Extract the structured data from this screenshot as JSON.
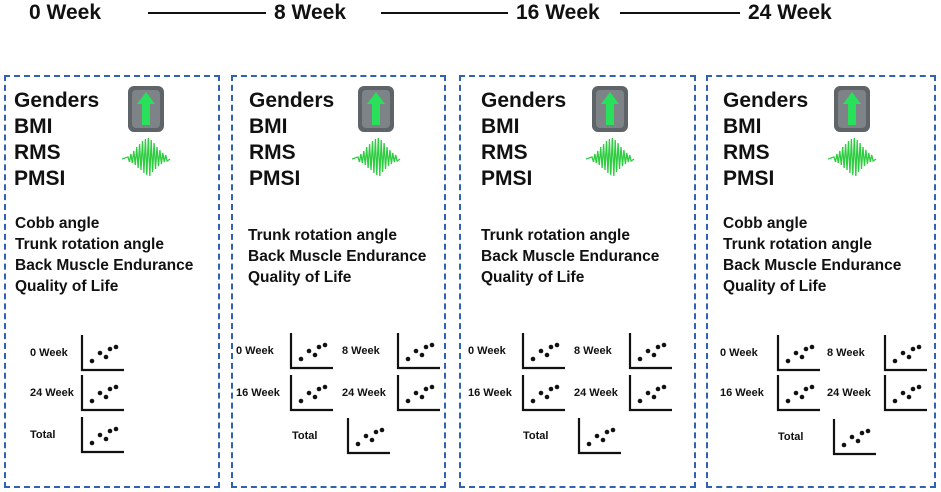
{
  "timeline": {
    "labels": [
      "0 Week",
      "8 Week",
      "16 Week",
      "24 Week"
    ]
  },
  "panels": [
    {
      "metrics": [
        "Genders",
        "BMI",
        "RMS",
        "PMSI"
      ],
      "outcomes": [
        "Cobb angle",
        "Trunk rotation angle",
        "Back Muscle Endurance",
        "Quality of Life"
      ],
      "scatter_labels": [
        "0 Week",
        "24 Week",
        "Total"
      ]
    },
    {
      "metrics": [
        "Genders",
        "BMI",
        "RMS",
        "PMSI"
      ],
      "outcomes": [
        "Trunk rotation angle",
        "Back Muscle Endurance",
        "Quality of Life"
      ],
      "scatter_labels": [
        "0 Week",
        "8 Week",
        "16 Week",
        "24 Week",
        "Total"
      ]
    },
    {
      "metrics": [
        "Genders",
        "BMI",
        "RMS",
        "PMSI"
      ],
      "outcomes": [
        "Trunk rotation angle",
        "Back Muscle Endurance",
        "Quality of Life"
      ],
      "scatter_labels": [
        "0 Week",
        "8 Week",
        "16 Week",
        "24 Week",
        "Total"
      ]
    },
    {
      "metrics": [
        "Genders",
        "BMI",
        "RMS",
        "PMSI"
      ],
      "outcomes": [
        "Cobb angle",
        "Trunk rotation angle",
        "Back Muscle Endurance",
        "Quality of Life"
      ],
      "scatter_labels": [
        "0 Week",
        "8 Week",
        "16 Week",
        "24 Week",
        "Total"
      ]
    }
  ],
  "colors": {
    "panel_border": "#2f62b0",
    "emg_signal": "#2ecc40",
    "sensor_body": "#5f6468",
    "sensor_arrow": "#28e05a"
  },
  "icons": [
    "sensor-device-icon",
    "emg-signal-icon",
    "scatter-plot-icon"
  ]
}
